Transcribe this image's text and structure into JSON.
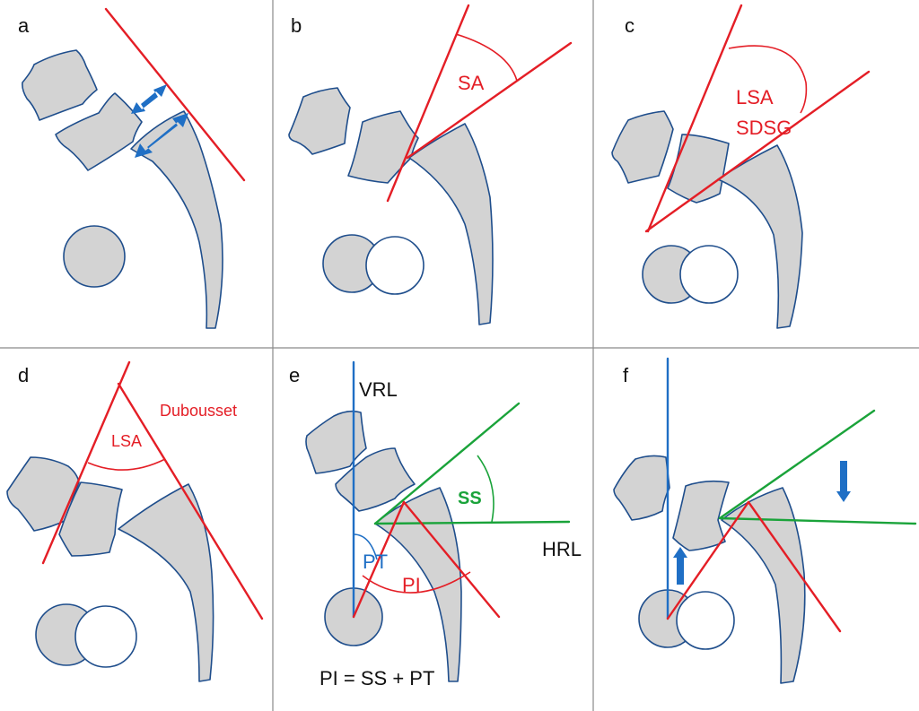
{
  "panels": {
    "a": {
      "letter": "a"
    },
    "b": {
      "letter": "b",
      "sa_label": "SA"
    },
    "c": {
      "letter": "c",
      "lsa_label": "LSA",
      "sdsg_label": "SDSG"
    },
    "d": {
      "letter": "d",
      "lsa_label": "LSA",
      "author_label": "Dubousset"
    },
    "e": {
      "letter": "e",
      "vrl_label": "VRL",
      "hrl_label": "HRL",
      "ss_label": "SS",
      "pt_label": "PT",
      "pi_label": "PI",
      "formula": "PI = SS + PT"
    },
    "f": {
      "letter": "f"
    }
  },
  "colors": {
    "red": "#e41e26",
    "green": "#1aa33a",
    "blue": "#1f6fc5",
    "bone_fill": "#d3d3d3",
    "bone_outline": "#1f4e8c"
  },
  "icons": [
    "double-headed-arrow-icon",
    "up-arrow-icon",
    "down-arrow-icon"
  ]
}
